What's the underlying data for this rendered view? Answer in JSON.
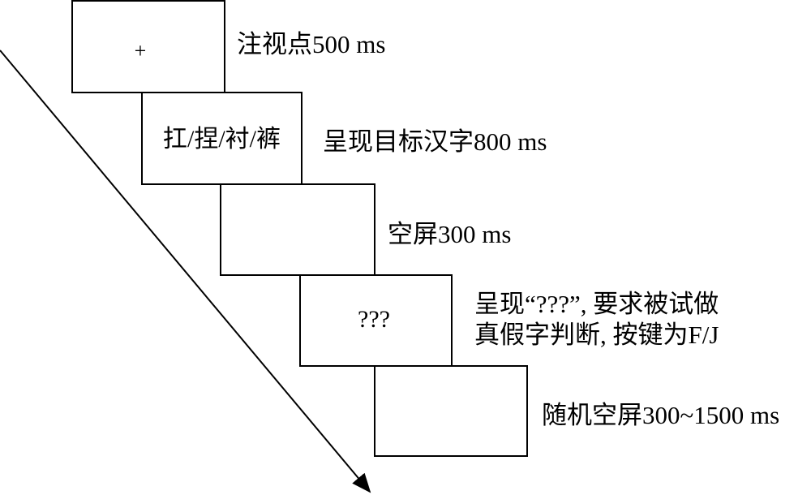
{
  "steps": [
    {
      "screen": "+",
      "label": "注视点500 ms"
    },
    {
      "screen": "扛/捏/衬/裤",
      "label": "呈现目标汉字800 ms"
    },
    {
      "screen": "",
      "label": "空屏300 ms"
    },
    {
      "screen": "???",
      "label_line1": "呈现“???”, 要求被试做",
      "label_line2": "真假字判断, 按键为F/J"
    },
    {
      "screen": "",
      "label": "随机空屏300~1500 ms"
    }
  ]
}
